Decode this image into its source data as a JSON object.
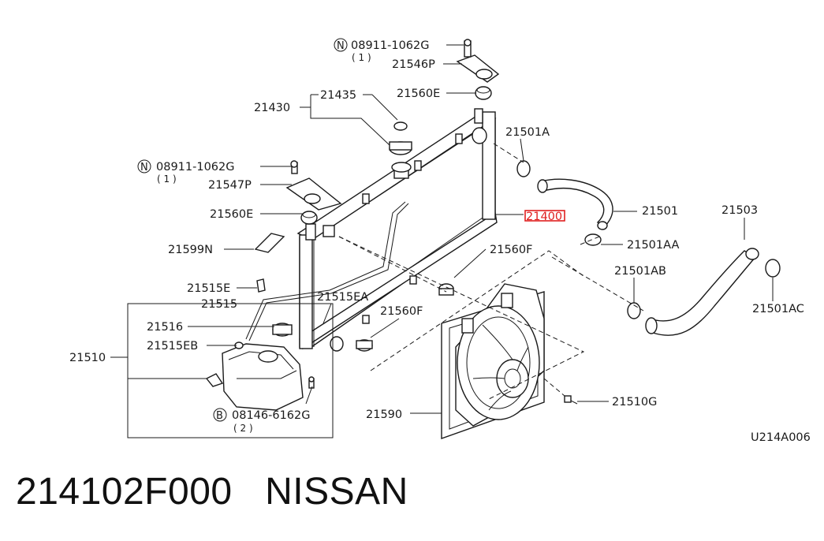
{
  "labels": {
    "p08911_top": "08911-1062G",
    "q1_top": "( 1 )",
    "p21546P": "21546P",
    "p21560E_top": "21560E",
    "p21435": "21435",
    "p21430": "21430",
    "p08911_left": "08911-1062G",
    "q1_left": "( 1 )",
    "p21547P": "21547P",
    "p21560E_left": "21560E",
    "p21599N": "21599N",
    "p21515E": "21515E",
    "p21515": "21515",
    "p21515EA": "21515EA",
    "p21516": "21516",
    "p21515EB": "21515EB",
    "p21510": "21510",
    "p08146": "08146-6162G",
    "q2": "( 2 )",
    "p21501A": "21501A",
    "p21400": "21400",
    "p21501": "21501",
    "p21501AA": "21501AA",
    "p21560F_right": "21560F",
    "p21560F_lower": "21560F",
    "p21501AB": "21501AB",
    "p21503": "21503",
    "p21501AC": "21501AC",
    "p21590": "21590",
    "p21510G": "21510G",
    "diagram_code": "U214A006"
  },
  "circle_marks": {
    "n_top": "N",
    "n_left": "N",
    "b_bottom": "B"
  },
  "highlight_color": "#e02020",
  "caption": "214102F000   NISSAN"
}
